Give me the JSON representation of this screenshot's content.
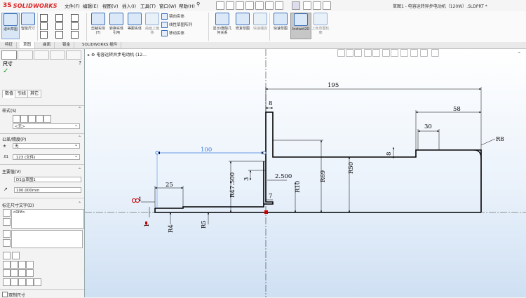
{
  "app": {
    "brand_prefix": "3S",
    "brand": "SOLIDWORKS",
    "doc_title": "草图1 - 电容运转异步电动机（120W）.SLDPRT *"
  },
  "menu": [
    "文件(F)",
    "编辑(E)",
    "视图(V)",
    "插入(I)",
    "工具(T)",
    "窗口(W)",
    "帮助(H)"
  ],
  "ribbon": {
    "exit_sketch": "退出草图",
    "smart_dim": "智能尺寸",
    "trim": "剪裁实体(T)",
    "convert": "转换实体引用",
    "offset": "等距实体",
    "offset_surface": "曲面上偏移",
    "mirror": "镜向实体",
    "linear_pattern": "线性草图阵列",
    "move": "移动实体",
    "display_relations": "显示/删除几何关系",
    "repair": "修复草图",
    "quick_snap": "快速捕捉",
    "rapid_sketch": "快速草图",
    "instant2d": "Instant2D",
    "shaded_contours": "上色草图轮廓"
  },
  "tabs": [
    "特征",
    "草图",
    "曲面",
    "钣金",
    "SOLIDWORKS 插件"
  ],
  "active_tab": 1,
  "panel": {
    "title": "尺寸",
    "subtabs": [
      "数值",
      "引线",
      "其它"
    ],
    "style_head": "样式(S)",
    "style_value": "<无>",
    "tol_head": "公差/精度(P)",
    "tol_value": "无",
    "precision_value": ".123 (文件)",
    "primary_head": "主要值(V)",
    "primary_name": "D1@草图1",
    "primary_value": "100.000mm",
    "dimtext_head": "标注尺寸文字(D)",
    "dimtext_value": "<DIM>",
    "dual_label": "双制尺寸"
  },
  "tree": {
    "label": "电容运转异步电动机 (12..."
  },
  "dims": {
    "d195": "195",
    "d58": "58",
    "d30": "30",
    "dR8": "R8",
    "d8_top": "8",
    "d8_side": "8",
    "d100": "100",
    "dR69": "R69",
    "dR50": "R50",
    "dR47": "R47.500",
    "d3": "3",
    "d2_5": "2.500",
    "d7": "7",
    "dR10": "R10",
    "d25": "25",
    "d1a": "1",
    "d1b": "1",
    "dR4": "R4",
    "dR5": "R5"
  }
}
